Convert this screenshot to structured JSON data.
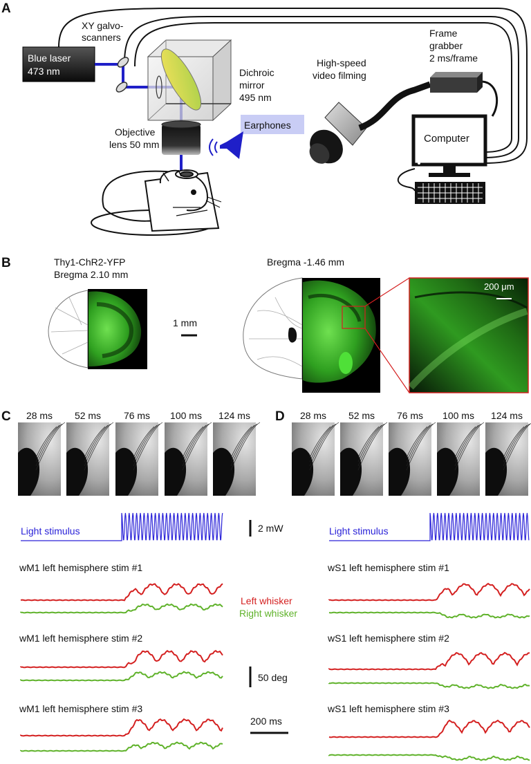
{
  "panels": {
    "a": "A",
    "b": "B",
    "c": "C",
    "d": "D"
  },
  "setup": {
    "laser_line1": "Blue laser",
    "laser_line2": "473 nm",
    "galvo_line1": "XY galvo-",
    "galvo_line2": "scanners",
    "dichroic_line1": "Dichroic",
    "dichroic_line2": "mirror",
    "dichroic_line3": "495 nm",
    "objective_line1": "Objective",
    "objective_line2": "lens 50 mm",
    "earphones": "Earphones",
    "video_line1": "High-speed",
    "video_line2": "video filming",
    "grabber_line1": "Frame",
    "grabber_line2": "grabber",
    "grabber_line3": "2 ms/frame",
    "computer": "Computer"
  },
  "histology": {
    "left_line1": "Thy1-ChR2-YFP",
    "left_line2": "Bregma 2.10 mm",
    "scale_mm": "1 mm",
    "right_title": "Bregma -1.46 mm",
    "scale_um": "200 μm"
  },
  "frame_times": [
    "28 ms",
    "52 ms",
    "76 ms",
    "100 ms",
    "124 ms"
  ],
  "traces": {
    "light_stimulus": "Light stimulus",
    "power_scale": "2 mW",
    "legend_left": "Left whisker",
    "legend_right": "Right whisker",
    "angle_scale": "50 deg",
    "time_scale": "200 ms",
    "c_titles": [
      "wM1 left hemisphere stim #1",
      "wM1 left hemisphere stim #2",
      "wM1 left hemisphere stim #3"
    ],
    "d_titles": [
      "wS1 left hemisphere stim #1",
      "wS1 left hemisphere stim #2",
      "wS1 left hemisphere stim #3"
    ]
  },
  "colors": {
    "laser_beam": "#1f1fc8",
    "light_trace": "#2a22d8",
    "left_whisker": "#d42020",
    "right_whisker": "#5fb22a",
    "yfp": "#3ccb2a",
    "earphones_box": "#c9cdf5",
    "inset_border": "#d42020"
  }
}
